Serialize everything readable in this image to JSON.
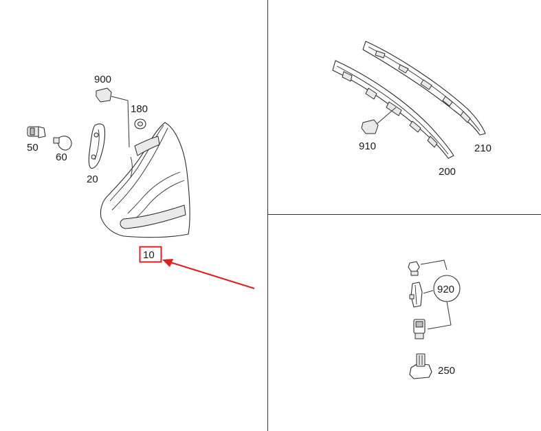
{
  "panels": [
    "taillight-assembly",
    "trunk-lid-lights",
    "bulb-socket-parts"
  ],
  "callouts": {
    "p10": "10",
    "p20": "20",
    "p50": "50",
    "p60": "60",
    "p180": "180",
    "p900": "900",
    "p910": "910",
    "p200": "200",
    "p210": "210",
    "p920": "920",
    "p250": "250"
  },
  "highlight": {
    "target": "10",
    "color": "#e02020"
  },
  "colors": {
    "line": "#2a2a2a",
    "highlight": "#e02020",
    "background": "#ffffff"
  }
}
